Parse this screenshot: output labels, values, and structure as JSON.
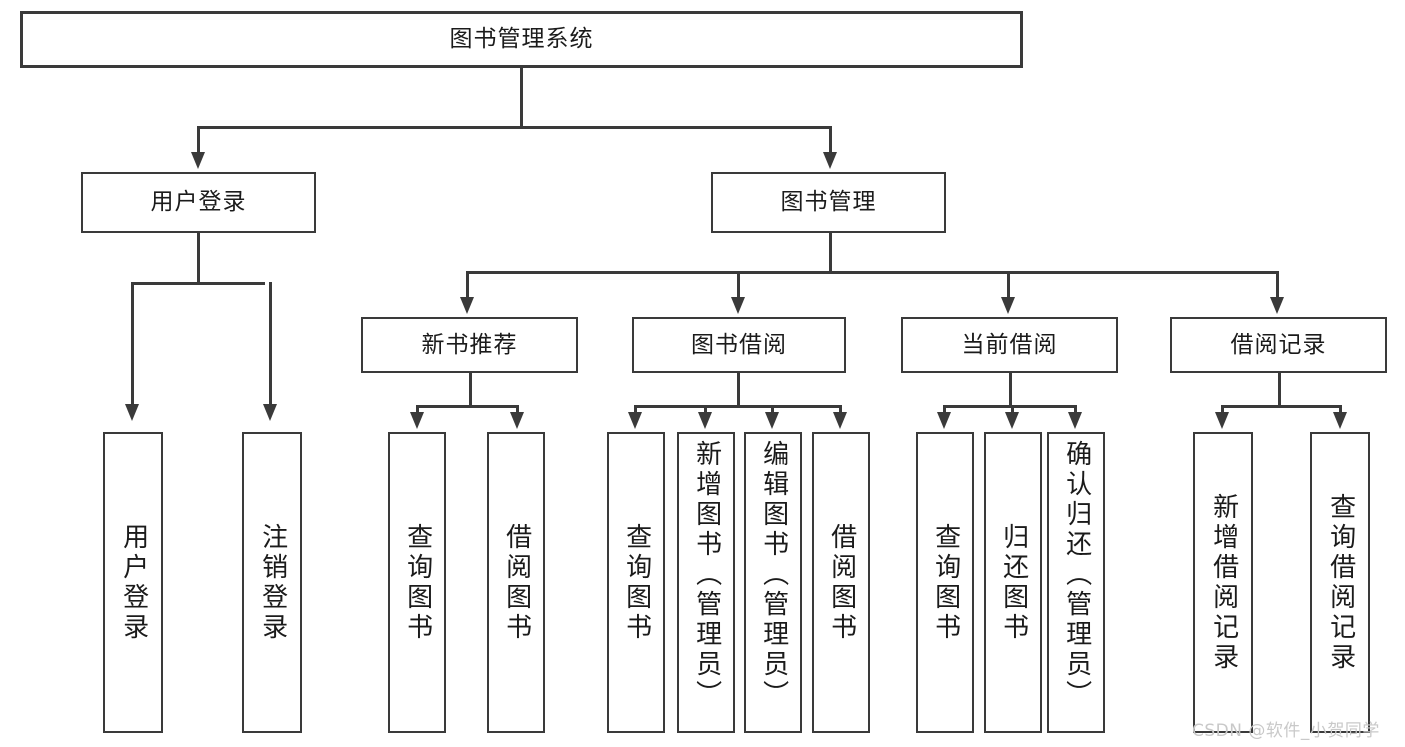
{
  "diagram": {
    "type": "tree",
    "title": "图书管理系统",
    "watermark": "CSDN @软件_小贺同学",
    "colors": {
      "stroke": "#3a3a3a",
      "fill": "#ffffff",
      "text": "#1b1b1b",
      "watermark": "#c9c9c9"
    },
    "root": {
      "label": "图书管理系统"
    },
    "level2": [
      {
        "label": "用户登录"
      },
      {
        "label": "图书管理"
      }
    ],
    "level3": [
      {
        "label": "新书推荐"
      },
      {
        "label": "图书借阅"
      },
      {
        "label": "当前借阅"
      },
      {
        "label": "借阅记录"
      }
    ],
    "leaves": {
      "user_login": [
        {
          "label": "用户登录"
        },
        {
          "label": "注销登录"
        }
      ],
      "new_book": [
        {
          "label": "查询图书"
        },
        {
          "label": "借阅图书"
        }
      ],
      "book_borrow": [
        {
          "label": "查询图书"
        },
        {
          "label": "新增图书（管理员）"
        },
        {
          "label": "编辑图书（管理员）"
        },
        {
          "label": "借阅图书"
        }
      ],
      "current_borrow": [
        {
          "label": "查询图书"
        },
        {
          "label": "归还图书"
        },
        {
          "label": "确认归还（管理员）"
        }
      ],
      "borrow_record": [
        {
          "label": "新增借阅记录"
        },
        {
          "label": "查询借阅记录"
        }
      ]
    }
  }
}
